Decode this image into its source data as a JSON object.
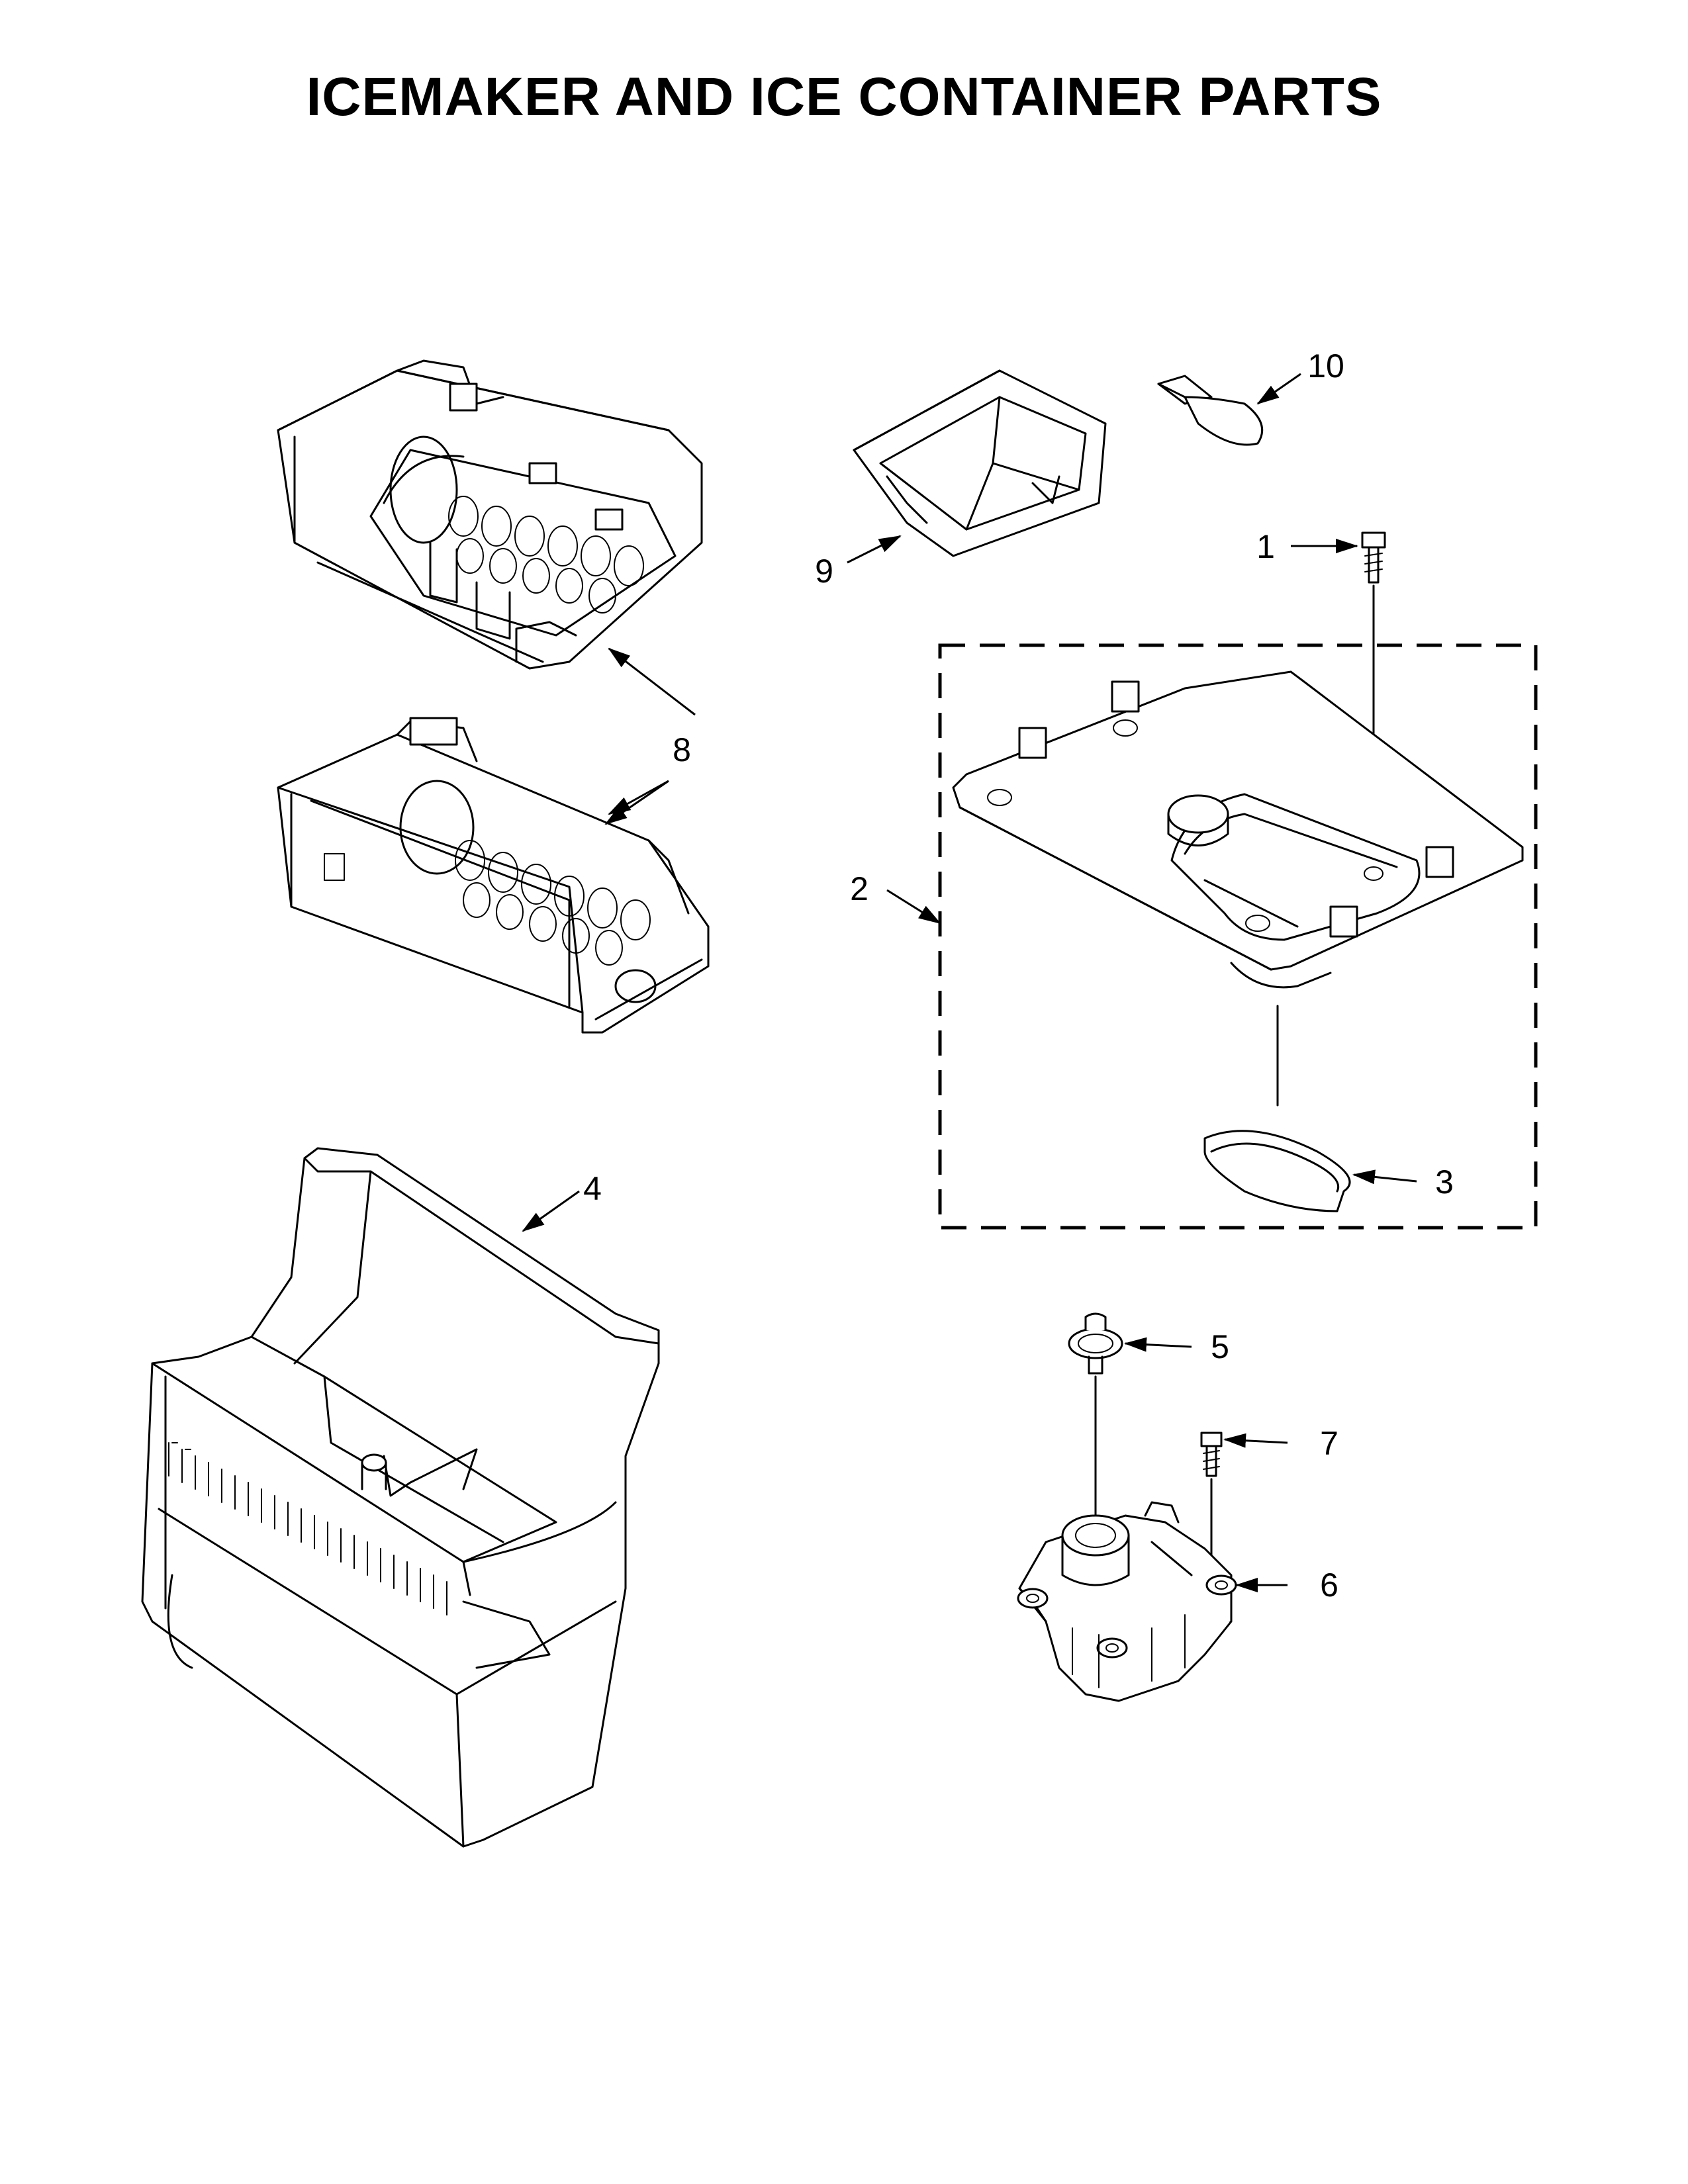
{
  "title": "ICEMAKER AND ICE CONTAINER PARTS",
  "callouts": {
    "c1": "1",
    "c2": "2",
    "c3": "3",
    "c4": "4",
    "c5": "5",
    "c6": "6",
    "c7": "7",
    "c8": "8",
    "c9": "9",
    "c10": "10"
  }
}
